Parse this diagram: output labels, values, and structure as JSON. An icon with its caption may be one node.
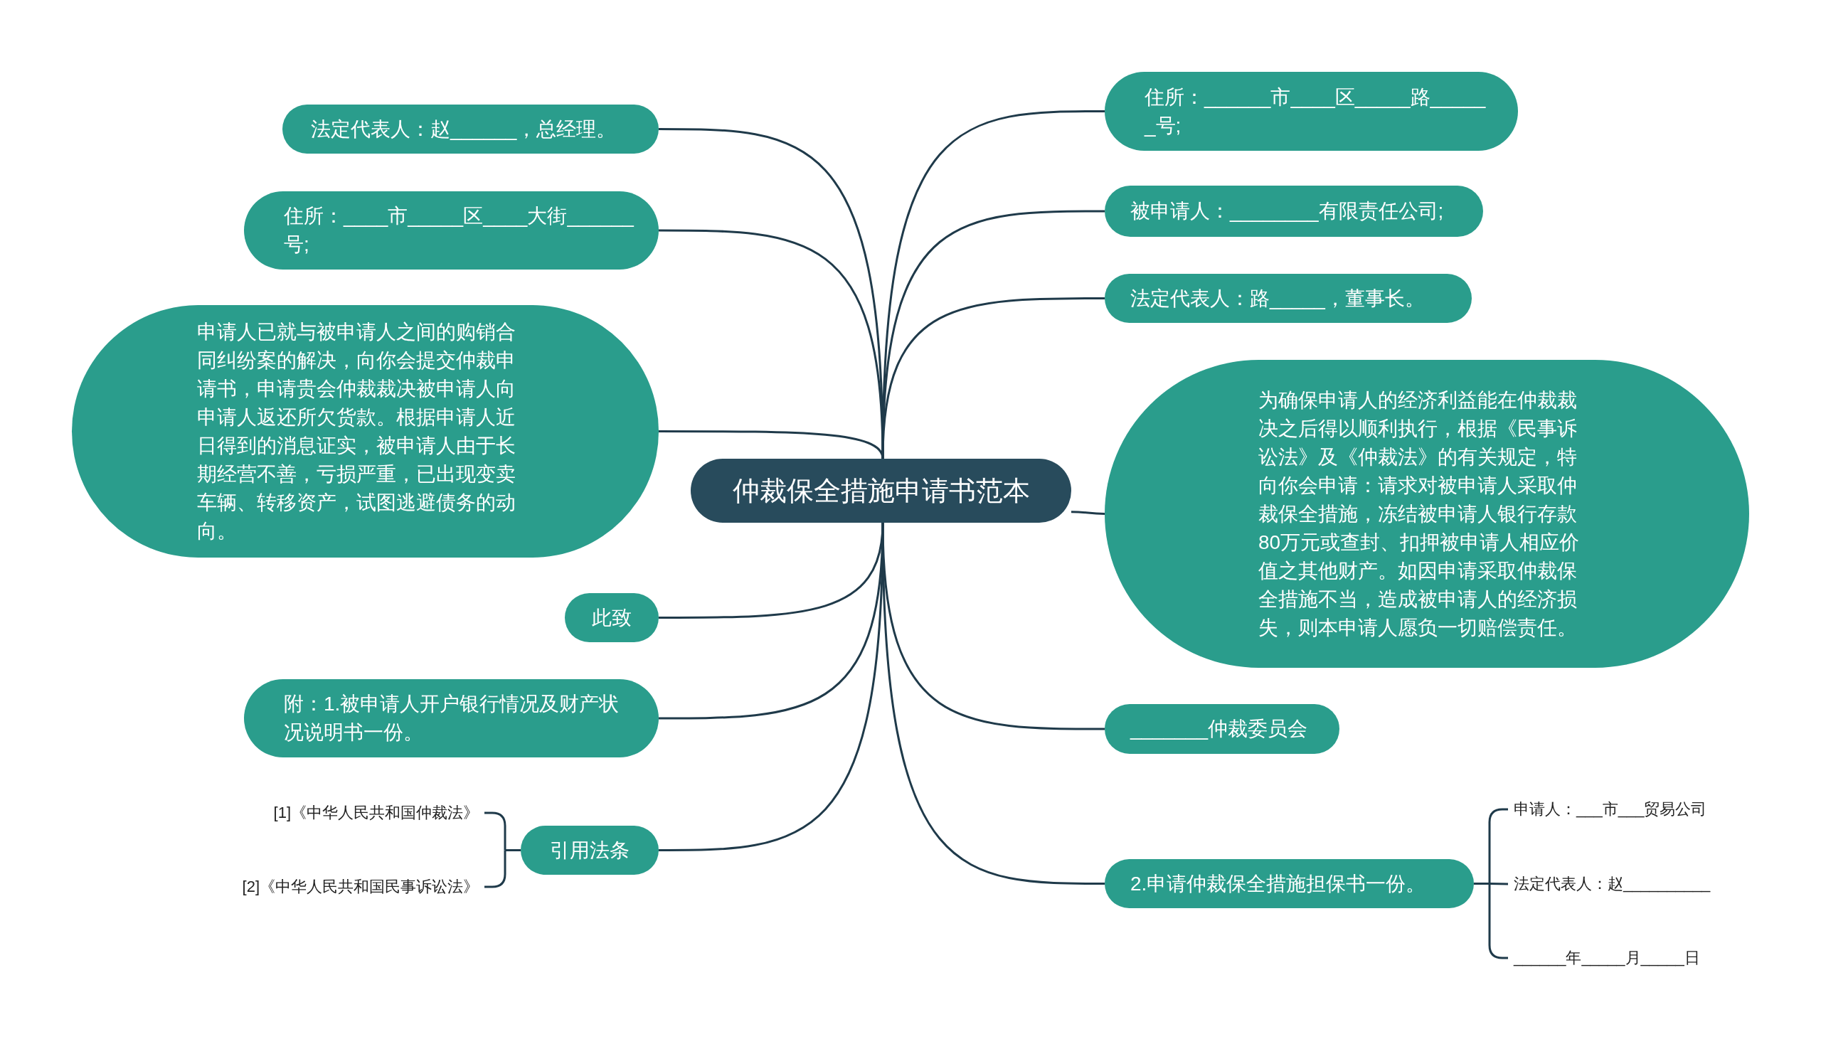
{
  "diagram": {
    "nodes": [
      {
        "text": [
          "仲裁保全措施申请书范本"
        ]
      },
      {
        "text": [
          "法定代表人：赵______，总经理。"
        ]
      },
      {
        "text": [
          "住所：____市_____区____大街______号;"
        ]
      },
      {
        "text": [
          "申请人已就与被申请人之间的购销合同纠纷案的解决，向你会提交仲裁申请书，申请贵会仲裁裁决被申请人向申请人返还所欠货款。根据申请人近日得到的消息证实，被申请人由于长期经营不善，亏损严重，已出现变卖车辆、转移资产，试图逃避债务的动向。"
        ]
      },
      {
        "text": [
          "此致"
        ]
      },
      {
        "text": [
          "附：1.被申请人开户银行情况及财产状况说明书一份。"
        ]
      },
      {
        "text": [
          "引用法条"
        ]
      },
      {
        "text": [
          "住所：______市____区_____路______号;"
        ]
      },
      {
        "text": [
          "被申请人：________有限责任公司;"
        ]
      },
      {
        "text": [
          "法定代表人：路_____，董事长。"
        ]
      },
      {
        "text": [
          "为确保申请人的经济利益能在仲裁裁决之后得以顺利执行，根据《民事诉讼法》及《仲裁法》的有关规定，特向你会申请：请求对被申请人采取仲裁保全措施，冻结被申请人银行存款80万元或查封、扣押被申请人相应价值之其他财产。如因申请采取仲裁保全措施不当，造成被申请人的经济损失，则本申请人愿负一切赔偿责任。"
        ]
      },
      {
        "text": [
          "_______仲裁委员会"
        ]
      },
      {
        "text": [
          "2.申请仲裁保全措施担保书一份。"
        ]
      },
      {
        "text": [
          "[1]《中华人民共和国仲裁法》"
        ]
      },
      {
        "text": [
          "[2]《中华人民共和国民事诉讼法》"
        ]
      },
      {
        "text": [
          "申请人：___市___贸易公司"
        ]
      },
      {
        "text": [
          "法定代表人：赵__________"
        ]
      },
      {
        "text": [
          "______年_____月_____日"
        ]
      }
    ],
    "edges": [
      {
        "from": 0,
        "to": 1,
        "arrow": "none"
      },
      {
        "from": 0,
        "to": 2,
        "arrow": "none"
      },
      {
        "from": 0,
        "to": 3,
        "arrow": "none"
      },
      {
        "from": 0,
        "to": 4,
        "arrow": "none"
      },
      {
        "from": 0,
        "to": 5,
        "arrow": "none"
      },
      {
        "from": 0,
        "to": 6,
        "arrow": "none"
      },
      {
        "from": 0,
        "to": 7,
        "arrow": "none"
      },
      {
        "from": 0,
        "to": 8,
        "arrow": "none"
      },
      {
        "from": 0,
        "to": 9,
        "arrow": "none"
      },
      {
        "from": 0,
        "to": 10,
        "arrow": "none"
      },
      {
        "from": 0,
        "to": 11,
        "arrow": "none"
      },
      {
        "from": 0,
        "to": 12,
        "arrow": "none"
      },
      {
        "from": 6,
        "to": 13,
        "arrow": "none"
      },
      {
        "from": 6,
        "to": 14,
        "arrow": "none"
      },
      {
        "from": 12,
        "to": 15,
        "arrow": "none"
      },
      {
        "from": 12,
        "to": 16,
        "arrow": "none"
      },
      {
        "from": 12,
        "to": 17,
        "arrow": "none"
      }
    ]
  }
}
